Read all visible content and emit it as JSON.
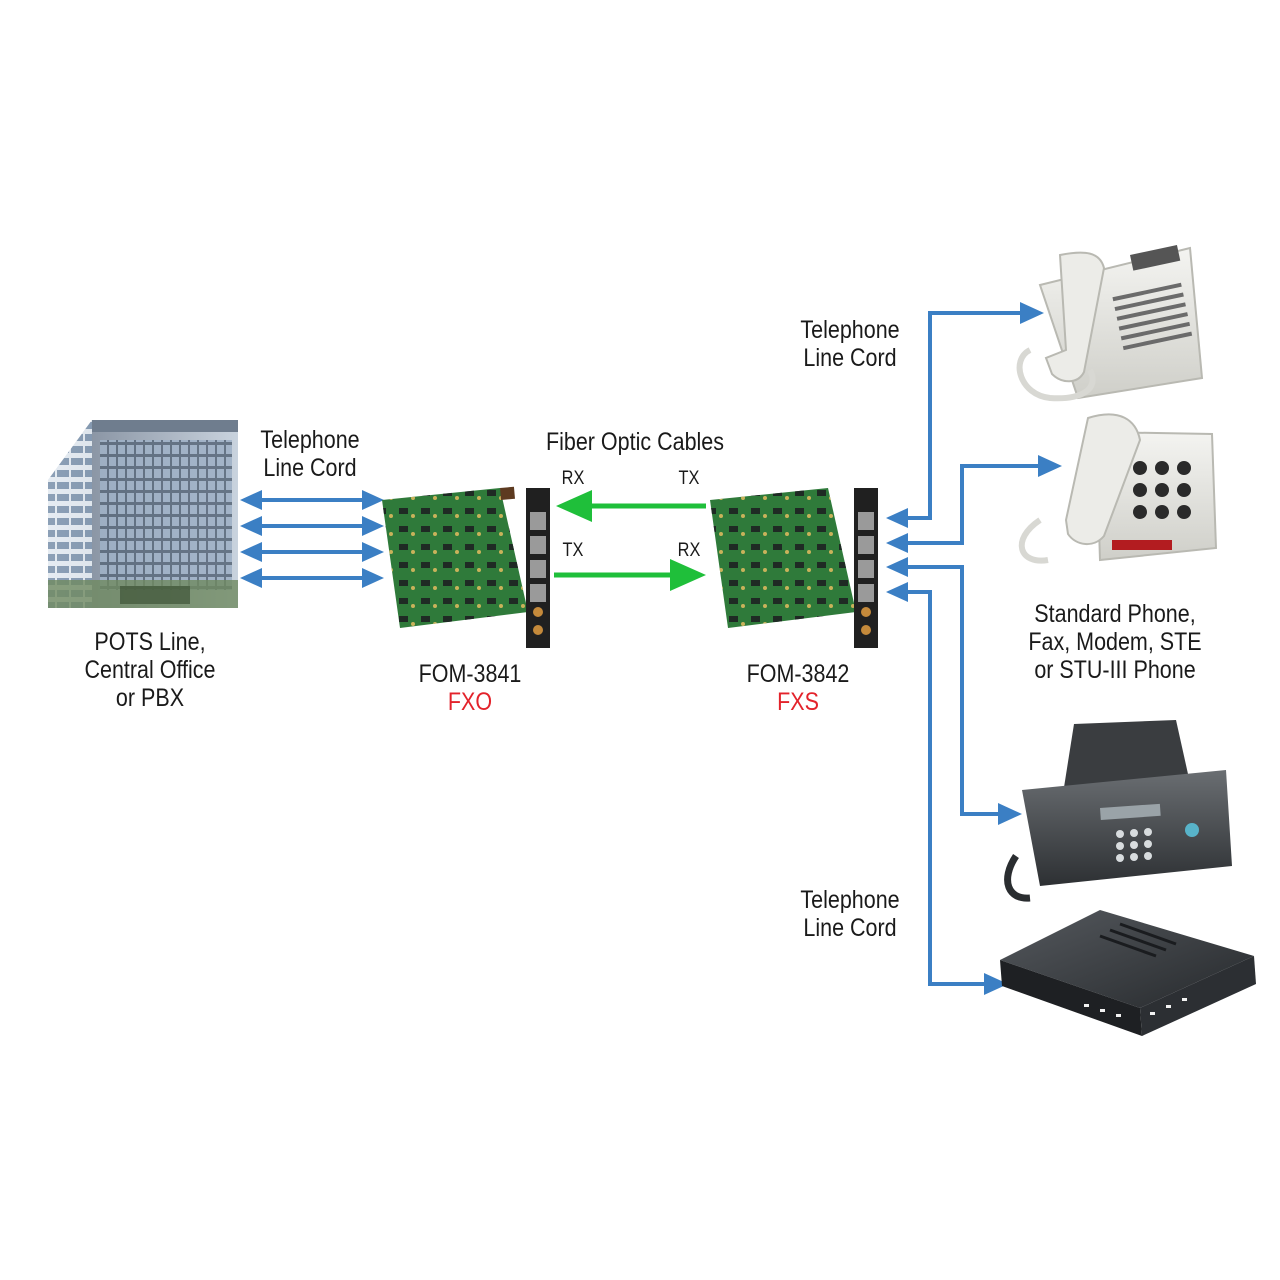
{
  "colors": {
    "copper_arrow": "#3b7fc4",
    "fiber_arrow": "#1fbf3a",
    "interface_type": "#e3232b",
    "board_green": "#2f7a3a",
    "bracket": "#202020"
  },
  "labels": {
    "copper_left": [
      "Telephone",
      "Line Cord"
    ],
    "fiber_title": "Fiber Optic Cables",
    "fxo_rx": "RX",
    "fxs_tx": "TX",
    "fxo_tx": "TX",
    "fxs_rx": "RX",
    "source": [
      "POTS Line,",
      "Central Office",
      "or PBX"
    ],
    "fxo_model": "FOM-3841",
    "fxo_type": "FXO",
    "fxs_model": "FOM-3842",
    "fxs_type": "FXS",
    "copper_right_top": [
      "Telephone",
      "Line Cord"
    ],
    "copper_right_bottom": [
      "Telephone",
      "Line Cord"
    ],
    "devices": [
      "Standard Phone,",
      "Fax, Modem, STE",
      "or STU-III Phone"
    ]
  },
  "icons": [
    "office-building-icon",
    "fxo-card-icon",
    "fxs-card-icon",
    "multiline-phone-icon",
    "desk-phone-icon",
    "fax-machine-icon",
    "modem-icon"
  ]
}
